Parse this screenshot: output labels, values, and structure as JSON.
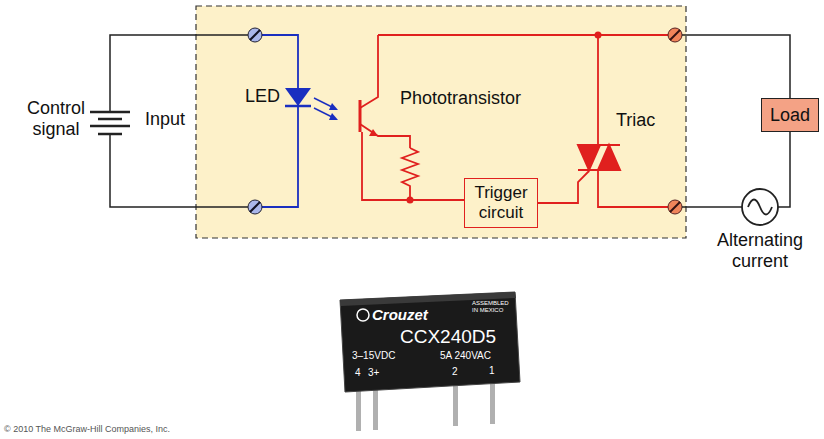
{
  "diagram": {
    "nodes": [
      {
        "text": [
          "Trigger circuit"
        ]
      },
      {
        "text": [
          "Load"
        ]
      }
    ],
    "labels": [
      "Control signal",
      "Input",
      "LED",
      "Phototransistor",
      "Triac",
      "Alternating current",
      "Crouzet",
      "ASSEMBLED IN MEXICO",
      "CCX240D5",
      "3–15VDC",
      "4",
      "3+",
      "5A 240VAC",
      "2",
      "1",
      "© 2010 The McGraw-Hill Companies, Inc."
    ]
  }
}
